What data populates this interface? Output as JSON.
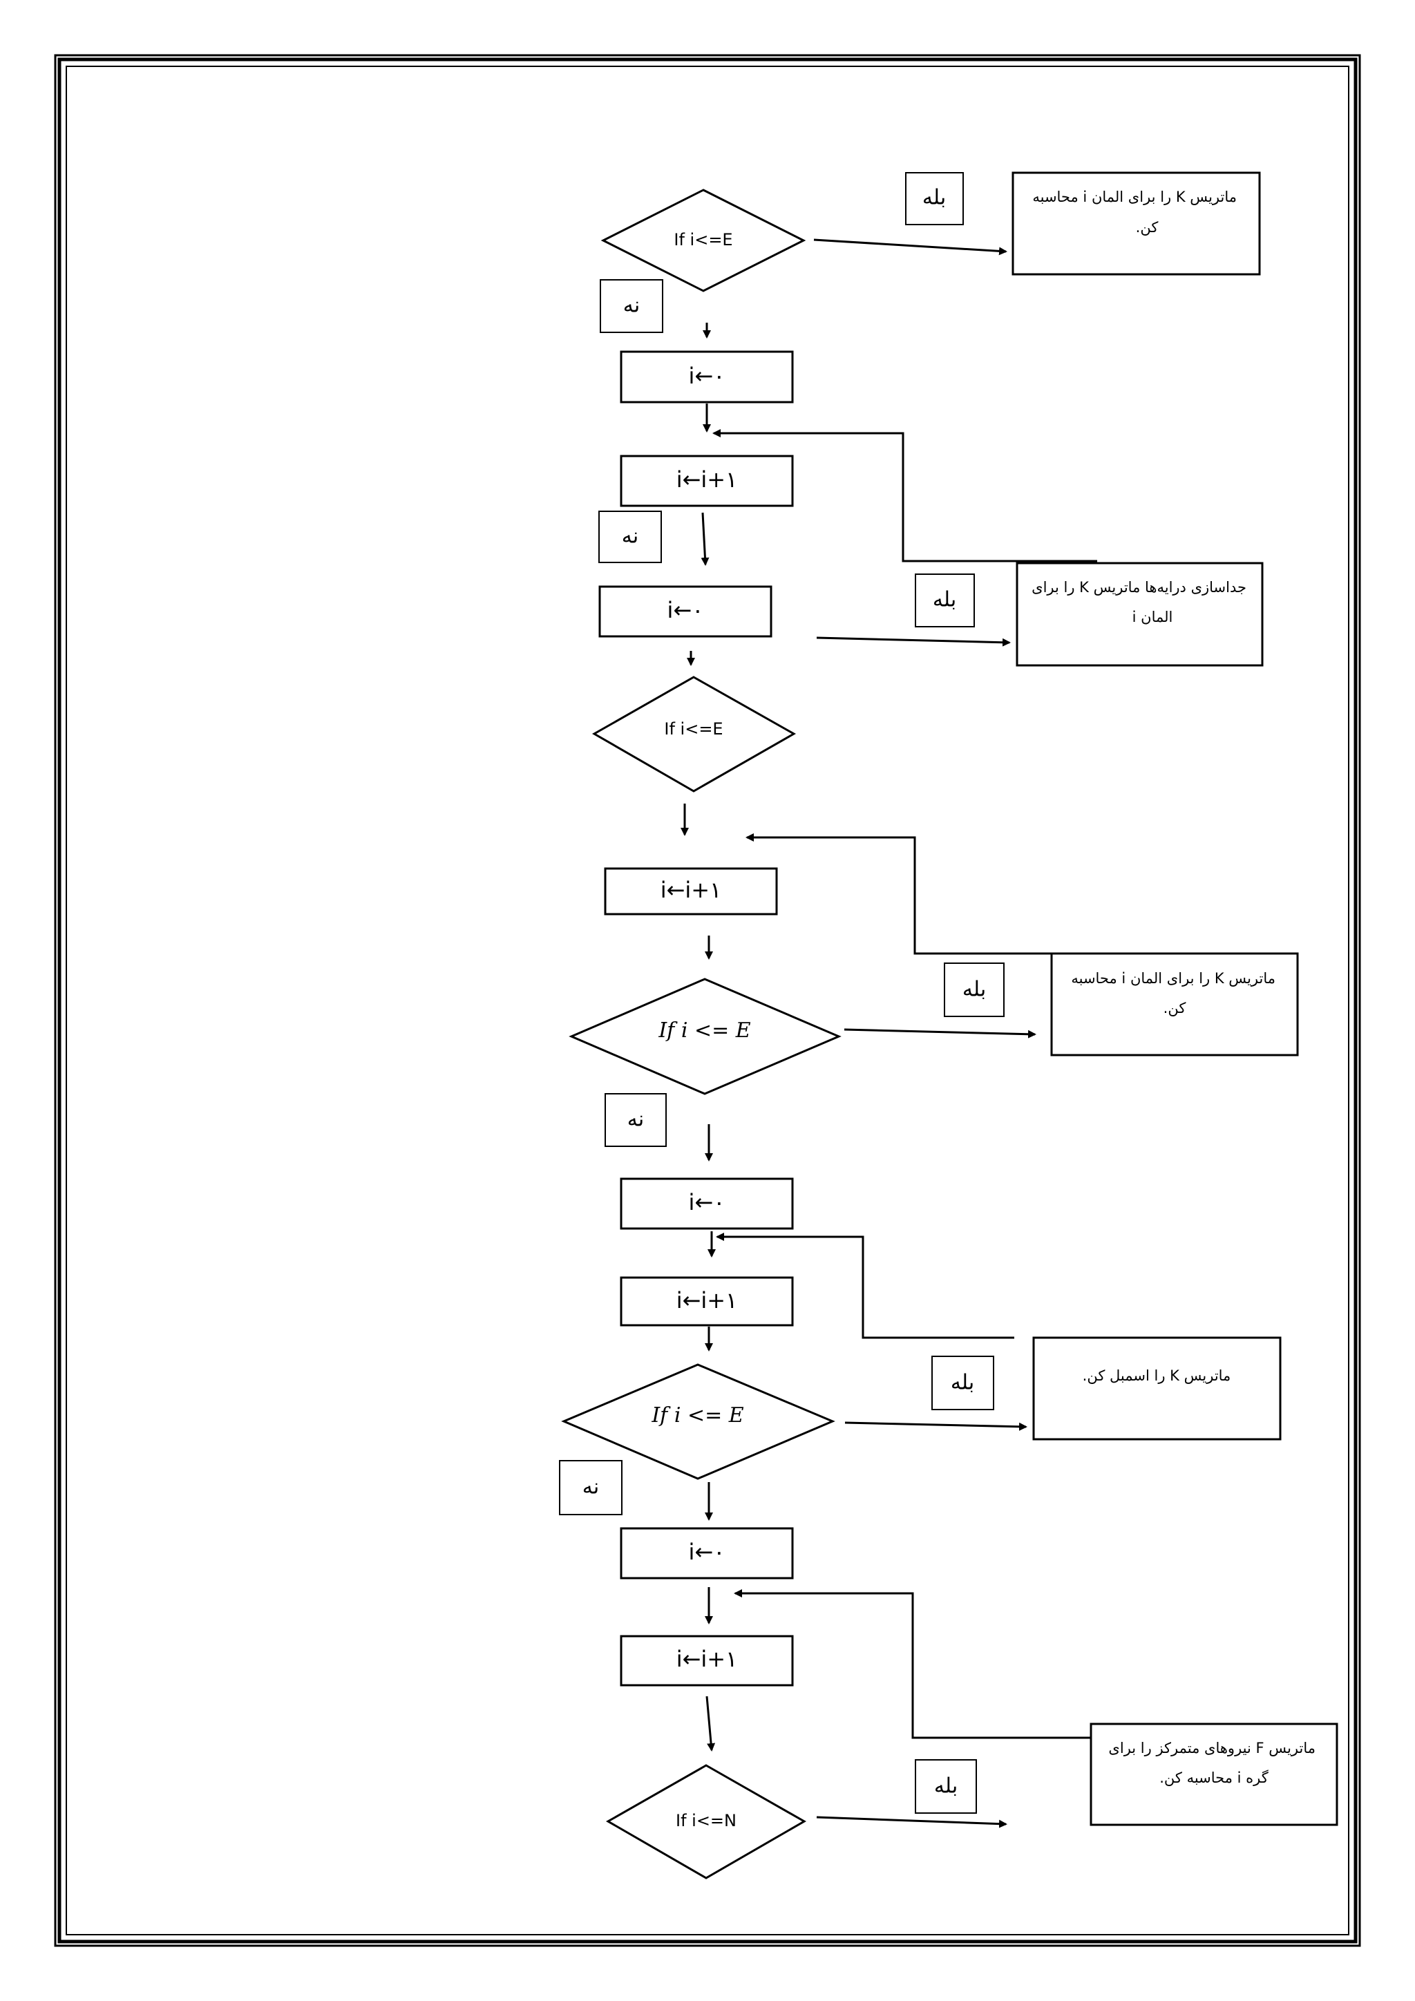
{
  "diagram": {
    "decisions": {
      "d1": "If i<=E",
      "d2": "If i<=E",
      "d3": "If i <= E",
      "d4": "If i <= E",
      "d5": "If i<=N"
    },
    "processes": {
      "p1": "i←۰",
      "p2": "i←i+۱",
      "p3": "i←۰",
      "p4": "i←i+۱",
      "p5": "i←۰",
      "p6": "i←i+۱",
      "p7": "i←۰",
      "p8": "i←i+۱"
    },
    "side_boxes": {
      "s1": [
        "ماتریس K را برای المان i محاسبه",
        "کن."
      ],
      "s2": [
        "جداسازی درایه‌ها ماتریس K را برای",
        "المان i"
      ],
      "s3": [
        "ماتریس K را برای المان i محاسبه",
        "کن."
      ],
      "s4": [
        "ماتریس K را اسمبل کن."
      ],
      "s5": [
        "ماتریس F نیروهای متمرکز را برای",
        "گره i محاسبه کن."
      ]
    },
    "labels": {
      "yes": "بله",
      "no": "نه"
    }
  }
}
